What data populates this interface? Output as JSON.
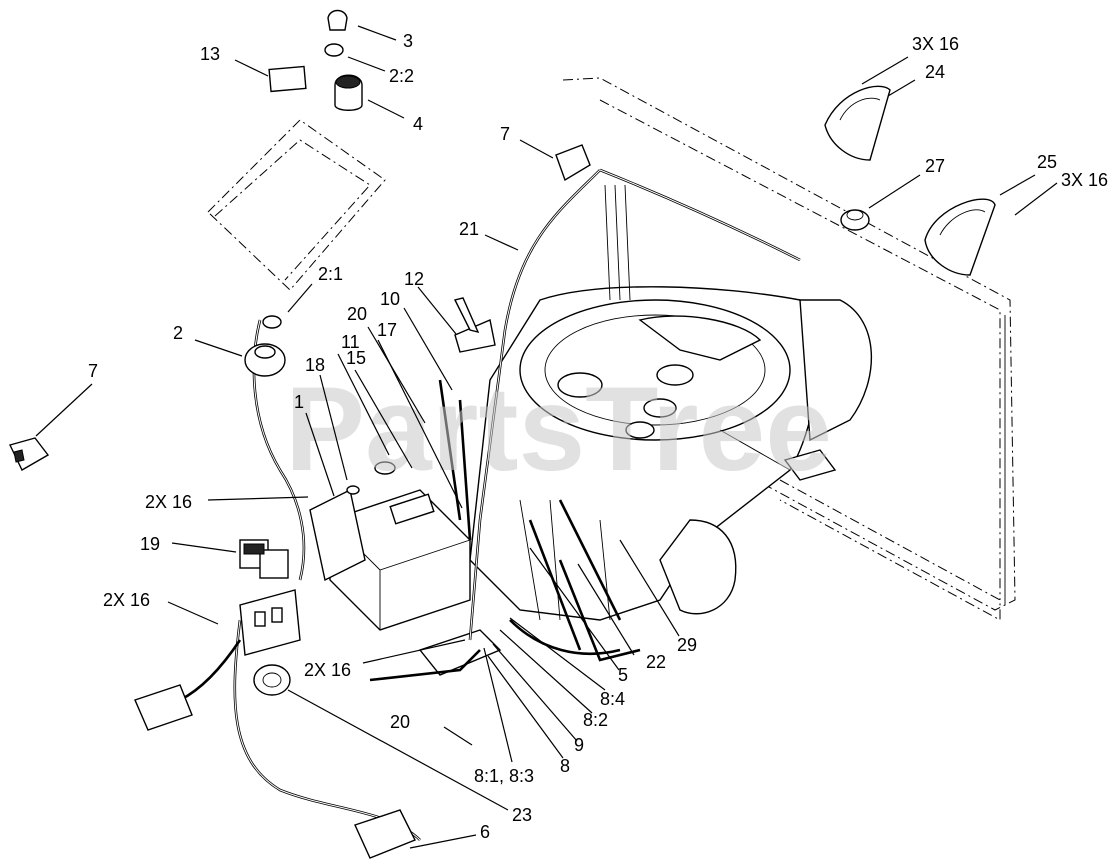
{
  "watermark": "PartsTree",
  "callouts": {
    "c3": "3",
    "c2_2": "2:2",
    "c13": "13",
    "c4": "4",
    "c7a": "7",
    "c3x16a": "3X 16",
    "c24": "24",
    "c27": "27",
    "c25": "25",
    "c3x16b": "3X 16",
    "c21": "21",
    "c2_1": "2:1",
    "c12": "12",
    "c10": "10",
    "c2": "2",
    "c20a": "20",
    "c17": "17",
    "c11": "11",
    "c18": "18",
    "c15": "15",
    "c7b": "7",
    "c1": "1",
    "c2x16a": "2X 16",
    "c19": "19",
    "c2x16b": "2X 16",
    "c2x16c": "2X 16",
    "c5": "5",
    "c22": "22",
    "c29": "29",
    "c8_4": "8:4",
    "c8_2": "8:2",
    "c9": "9",
    "c20b": "20",
    "c8": "8",
    "c8_1_8_3": "8:1, 8:3",
    "c23": "23",
    "c6": "6"
  }
}
